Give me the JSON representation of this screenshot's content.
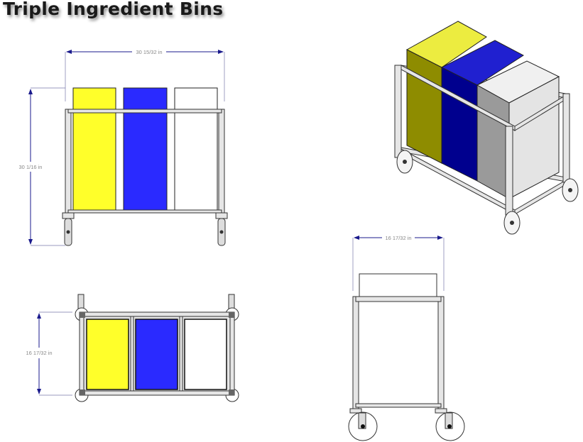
{
  "title": "Triple Ingredient Bins",
  "dimensions": {
    "front_width": "30 15/32 in",
    "front_height": "30 1/16 in",
    "top_depth": "16 17/32 in",
    "side_depth": "16 17/32 in"
  },
  "colors": {
    "bin_1": "#ffff2a",
    "bin_2": "#2a2aff",
    "bin_3": "#ffffff",
    "frame": "#e6e6e6",
    "dimension_line": "#1a1a8c"
  }
}
